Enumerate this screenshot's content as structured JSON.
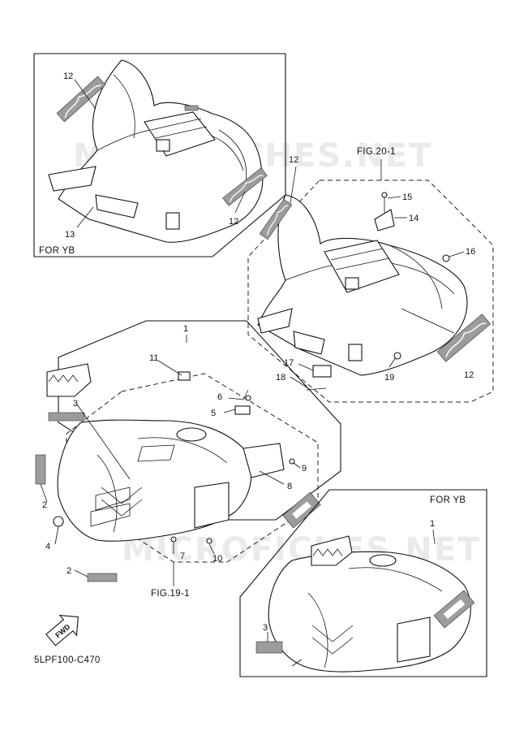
{
  "watermark": "MICROFICHES.NET",
  "diagram_code": "5LPF100-C470",
  "fwd_label": "FWD",
  "insets": {
    "top_left": {
      "caption": "FOR YB"
    },
    "bottom_right": {
      "caption": "FOR YB"
    }
  },
  "fig_refs": {
    "rear": "FIG.20-1",
    "front": "FIG.19-1"
  },
  "callouts": {
    "c1": "1",
    "c1b": "1",
    "c2a": "2",
    "c2b": "2",
    "c3a": "3",
    "c3b": "3",
    "c4": "4",
    "c5": "5",
    "c6": "6",
    "c7": "7",
    "c8": "8",
    "c9": "9",
    "c10": "10",
    "c11": "11",
    "c12a": "12",
    "c12b": "12",
    "c12c": "12",
    "c12d": "12",
    "c13": "13",
    "c14": "14",
    "c15": "15",
    "c16": "16",
    "c17": "17",
    "c18": "18",
    "c19": "19"
  },
  "icons": {
    "fwd": "forward-arrow-icon"
  }
}
